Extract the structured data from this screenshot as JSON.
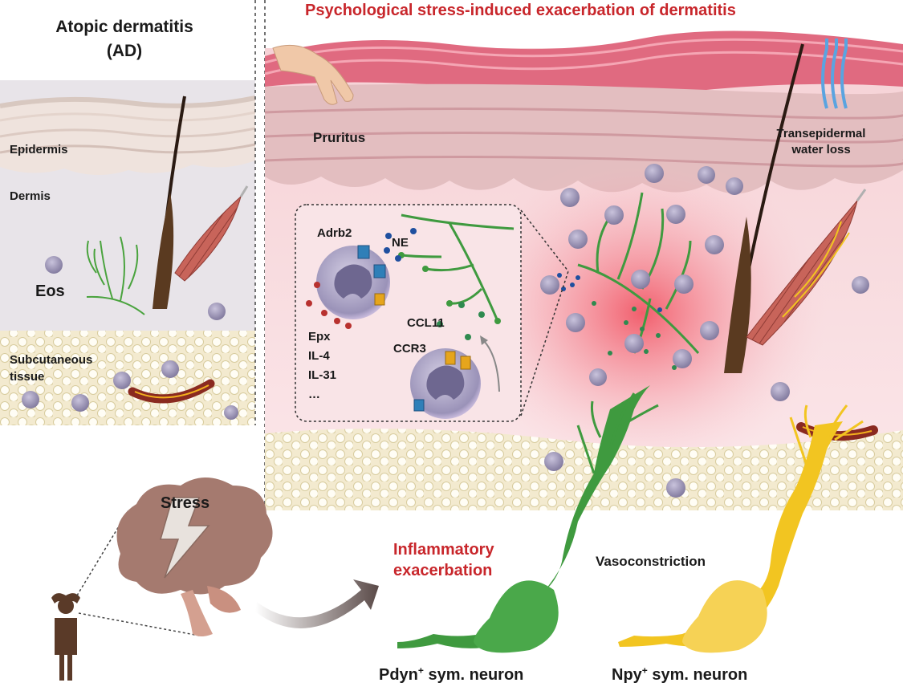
{
  "left_panel": {
    "title_line1": "Atopic dermatitis",
    "title_line2": "(AD)",
    "layer_epidermis": "Epidermis",
    "layer_dermis": "Dermis",
    "cell_eos": "Eos",
    "layer_subcutaneous_line1": "Subcutaneous",
    "layer_subcutaneous_line2": "tissue"
  },
  "right_panel": {
    "title": "Psychological stress-induced exacerbation of dermatitis",
    "pruritus": "Pruritus",
    "tewl_line1": "Transepidermal",
    "tewl_line2": "water loss",
    "inset": {
      "adrb2": "Adrb2",
      "ne": "NE",
      "ccl11": "CCL11",
      "ccr3": "CCR3",
      "mediators": [
        "Epx",
        "IL-4",
        "IL-31",
        "…"
      ]
    }
  },
  "bottom": {
    "stress": "Stress",
    "inflammatory_line1": "Inflammatory",
    "inflammatory_line2": "exacerbation",
    "vasoconstriction": "Vasoconstriction",
    "pdyn_name": "Pdyn",
    "pdyn_sup": "+",
    "pdyn_rest": " sym. neuron",
    "npy_name": "Npy",
    "npy_sup": "+",
    "npy_rest": " sym. neuron"
  },
  "colors": {
    "title_red": "#c8262b",
    "skin_pink": "#e5aab2",
    "inflammation_red": "#f05060",
    "pdyn_green": "#3f9a3f",
    "npy_yellow": "#f2c521",
    "eosinophil_purple": "#8d85a8",
    "brain_brown": "#a57a6f",
    "figure_brown": "#5a3a28"
  }
}
